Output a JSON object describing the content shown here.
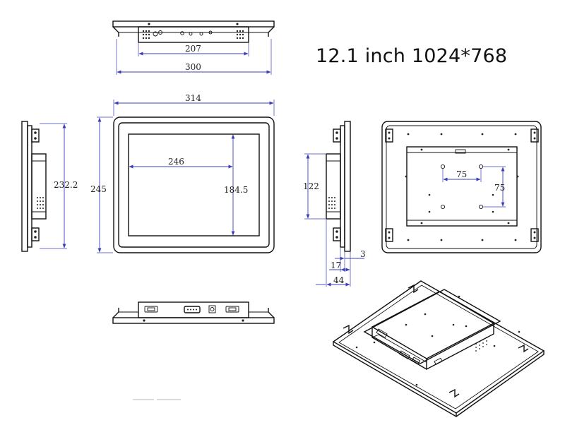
{
  "heading": "12.1 inch 1024*768",
  "dimensions": {
    "top_inner_width": "207",
    "top_outer_width": "300",
    "front_width": "314",
    "front_height": "245",
    "side_height": "232.2",
    "screen_width": "246",
    "screen_height": "184.5",
    "side_bracket_height": "122",
    "depth_bezel": "3",
    "depth_mount": "17",
    "depth_total": "44",
    "vesa_horizontal": "75",
    "vesa_vertical": "75"
  },
  "views": [
    "top-view",
    "left-side-view",
    "front-view",
    "right-side-view",
    "rear-view",
    "bottom-view",
    "isometric-view"
  ]
}
